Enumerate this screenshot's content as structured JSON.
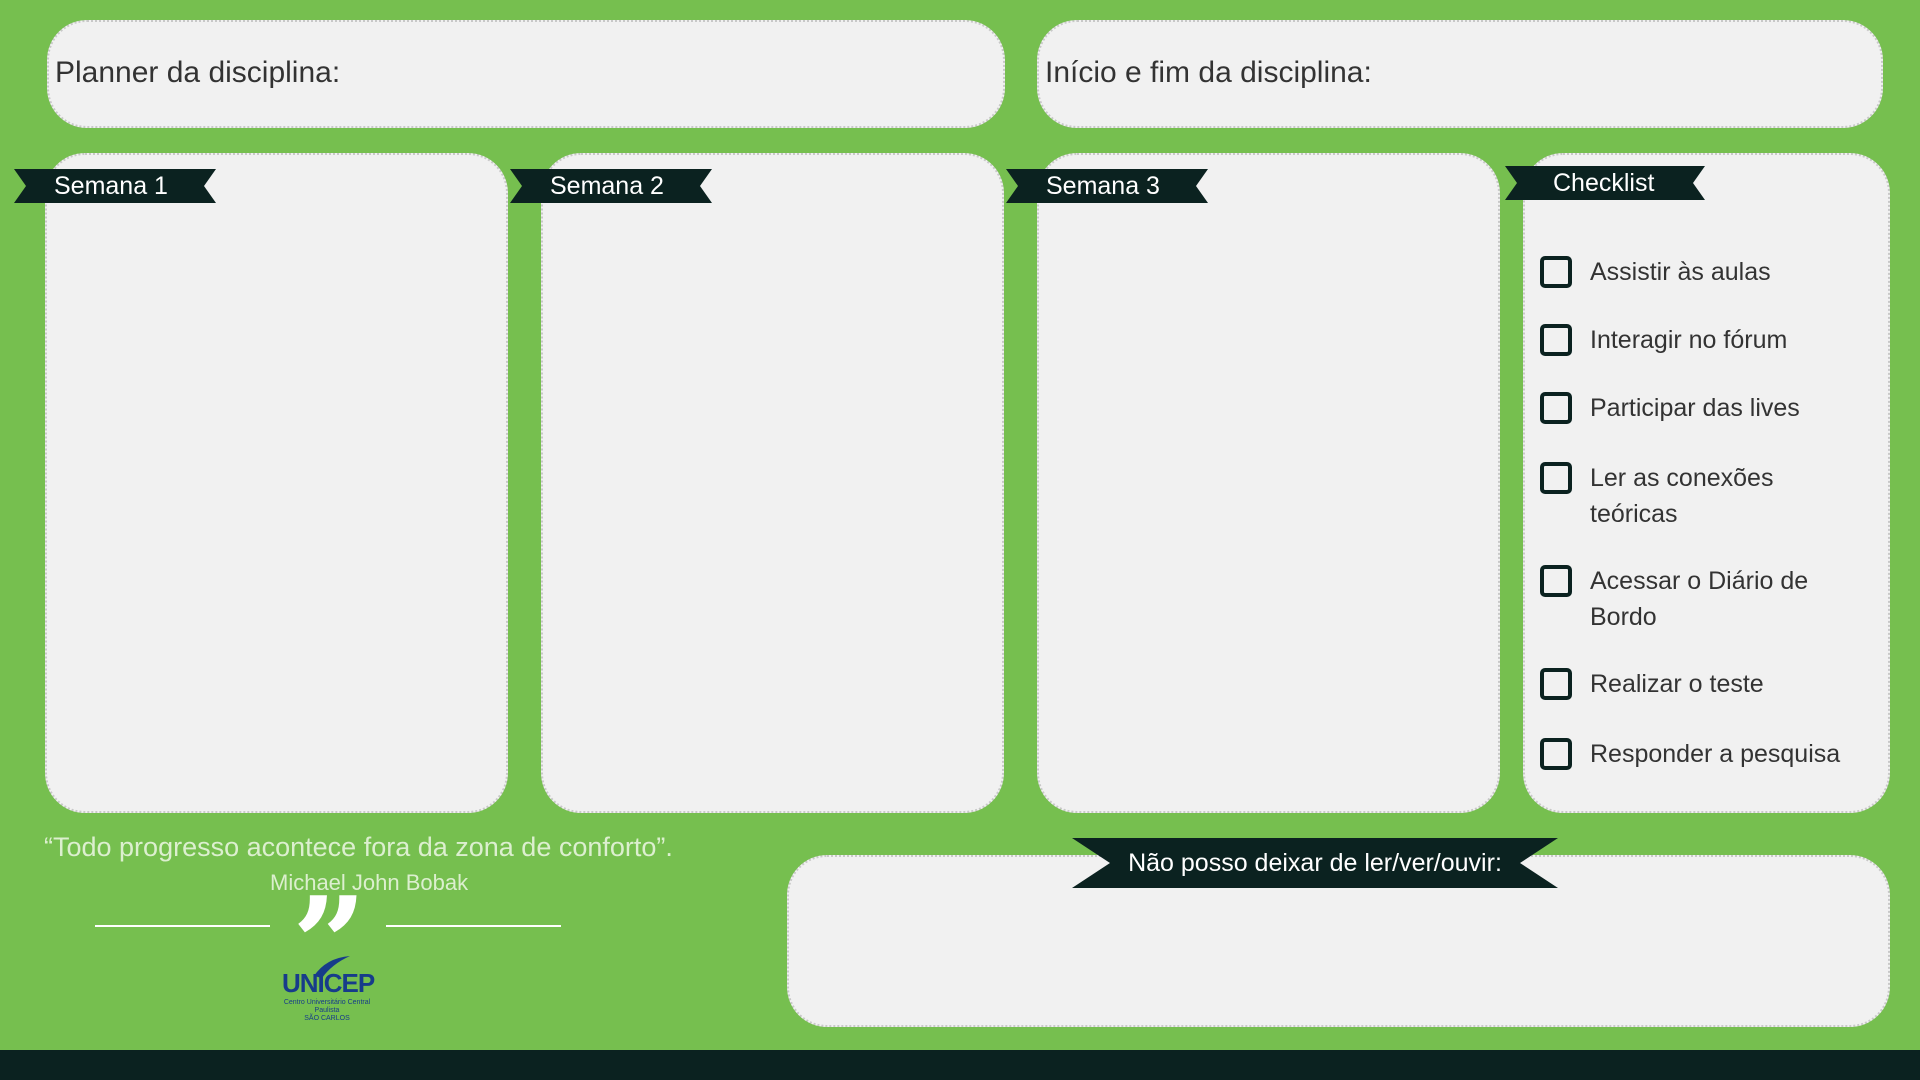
{
  "header": {
    "planner_label": "Planner da disciplina:",
    "dates_label": "Início e fim da disciplina:"
  },
  "weeks": [
    {
      "label": "Semana 1"
    },
    {
      "label": "Semana 2"
    },
    {
      "label": "Semana 3"
    }
  ],
  "checklist": {
    "title": "Checklist",
    "items": [
      {
        "label": "Assistir às aulas"
      },
      {
        "label": "Interagir no fórum"
      },
      {
        "label": "Participar das lives"
      },
      {
        "label": "Ler as conexões teóricas"
      },
      {
        "label": "Acessar o Diário de Bordo"
      },
      {
        "label": "Realizar o teste"
      },
      {
        "label": "Responder a pesquisa"
      }
    ]
  },
  "quote": {
    "text": "“Todo progresso acontece fora da zona de conforto”.",
    "author": "Michael John Bobak"
  },
  "must_read": {
    "title": "Não posso deixar de ler/ver/ouvir:"
  },
  "logo": {
    "name": "UNICEP",
    "subtitle": "Centro Universitário Central Paulista",
    "city": "SÃO CARLOS"
  },
  "colors": {
    "background": "#76bf4f",
    "card": "#f1f1f1",
    "ribbon": "#0b2220",
    "logo": "#173c8a"
  },
  "icons": [
    "quote-mark-icon",
    "checkbox-icon",
    "logo-swoosh-icon"
  ]
}
